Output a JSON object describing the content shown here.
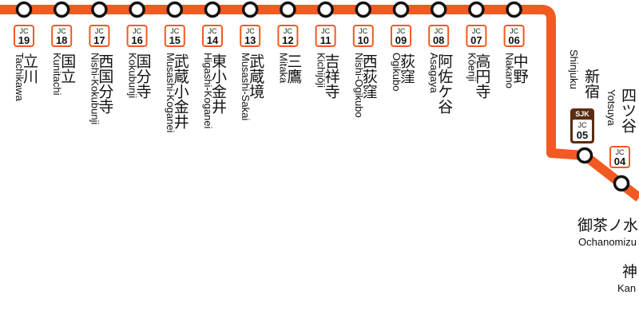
{
  "line": {
    "code": "JC",
    "color": "#F15A22",
    "badge_border": "#F15A22"
  },
  "stations": [
    {
      "number": "19",
      "ja": "立川",
      "en": "Tachikawa"
    },
    {
      "number": "18",
      "ja": "国立",
      "en": "Kunitachi"
    },
    {
      "number": "17",
      "ja": "西国分寺",
      "en": "Nishi-Kokubunji"
    },
    {
      "number": "16",
      "ja": "国分寺",
      "en": "Kokubunji"
    },
    {
      "number": "15",
      "ja": "武蔵小金井",
      "en": "Musashi-Koganei"
    },
    {
      "number": "14",
      "ja": "東小金井",
      "en": "Higashi-Koganei"
    },
    {
      "number": "13",
      "ja": "武蔵境",
      "en": "Musashi-Sakai"
    },
    {
      "number": "12",
      "ja": "三鷹",
      "en": "Mitaka"
    },
    {
      "number": "11",
      "ja": "吉祥寺",
      "en": "Kichijōji"
    },
    {
      "number": "10",
      "ja": "西荻窪",
      "en": "Nishi-Ogikubo"
    },
    {
      "number": "09",
      "ja": "荻窪",
      "en": "Ogikubo"
    },
    {
      "number": "08",
      "ja": "阿佐ケ谷",
      "en": "Asagaya"
    },
    {
      "number": "07",
      "ja": "高円寺",
      "en": "Kōenji"
    },
    {
      "number": "06",
      "ja": "中野",
      "en": "Nakano"
    }
  ],
  "shinjuku": {
    "number": "05",
    "ja": "新宿",
    "en": "Shinjuku",
    "code": "SJK",
    "code_color": "#5A2D12"
  },
  "yotsuya": {
    "number": "04",
    "ja": "四ツ谷",
    "en": "Yotsuya"
  },
  "ochanomizu": {
    "ja": "御茶ノ水",
    "en": "Ochanomizu"
  },
  "kanda": {
    "ja": "神",
    "en": "Kan"
  }
}
